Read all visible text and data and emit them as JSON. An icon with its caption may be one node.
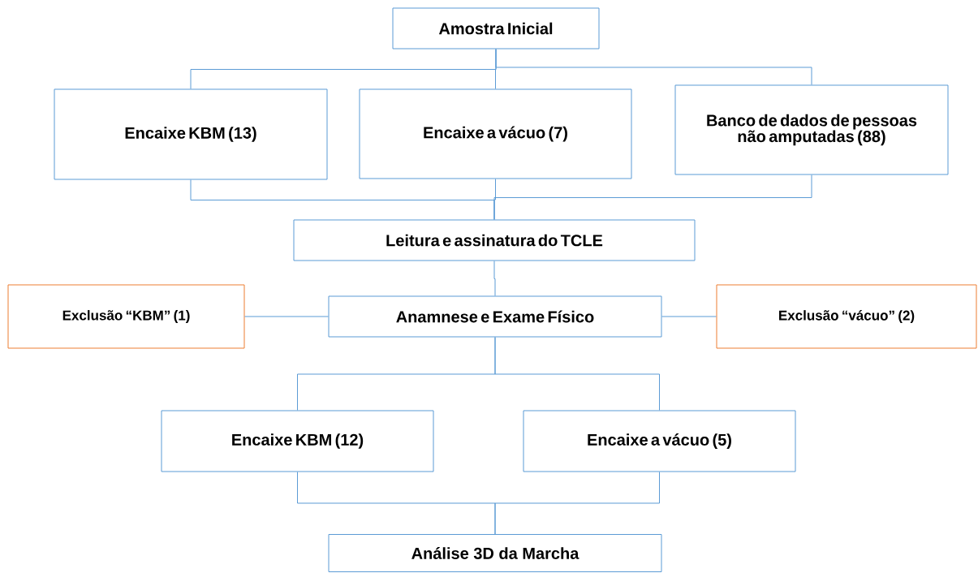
{
  "diagram": {
    "nodes": [
      {
        "text": [
          "Amostra Inicial"
        ]
      },
      {
        "text": [
          "Encaixe KBM (13)"
        ]
      },
      {
        "text": [
          "Encaixe a vácuo (7)"
        ]
      },
      {
        "text": [
          "Banco de dados de pessoas não amputadas (88)"
        ]
      },
      {
        "text": [
          "Leitura e assinatura do TCLE"
        ]
      },
      {
        "text": [
          "Exclusão “KBM” (1)"
        ]
      },
      {
        "text": [
          "Anamnese e Exame Físico"
        ]
      },
      {
        "text": [
          "Exclusão “vácuo” (2)"
        ]
      },
      {
        "text": [
          "Encaixe KBM (12)"
        ]
      },
      {
        "text": [
          "Encaixe a vácuo (5)"
        ]
      },
      {
        "text": [
          "Análise 3D da Marcha"
        ]
      }
    ],
    "edges": [
      {
        "from": 0,
        "to": 1,
        "arrow": "none"
      },
      {
        "from": 0,
        "to": 2,
        "arrow": "none"
      },
      {
        "from": 0,
        "to": 3,
        "arrow": "none"
      },
      {
        "from": 1,
        "to": 4,
        "arrow": "none"
      },
      {
        "from": 2,
        "to": 4,
        "arrow": "none"
      },
      {
        "from": 3,
        "to": 4,
        "arrow": "none"
      },
      {
        "from": 4,
        "to": 6,
        "arrow": "none"
      },
      {
        "from": 6,
        "to": 5,
        "arrow": "none"
      },
      {
        "from": 6,
        "to": 7,
        "arrow": "none"
      },
      {
        "from": 6,
        "to": 8,
        "arrow": "none"
      },
      {
        "from": 6,
        "to": 9,
        "arrow": "none"
      },
      {
        "from": 8,
        "to": 10,
        "arrow": "none"
      },
      {
        "from": 9,
        "to": 10,
        "arrow": "none"
      }
    ]
  }
}
